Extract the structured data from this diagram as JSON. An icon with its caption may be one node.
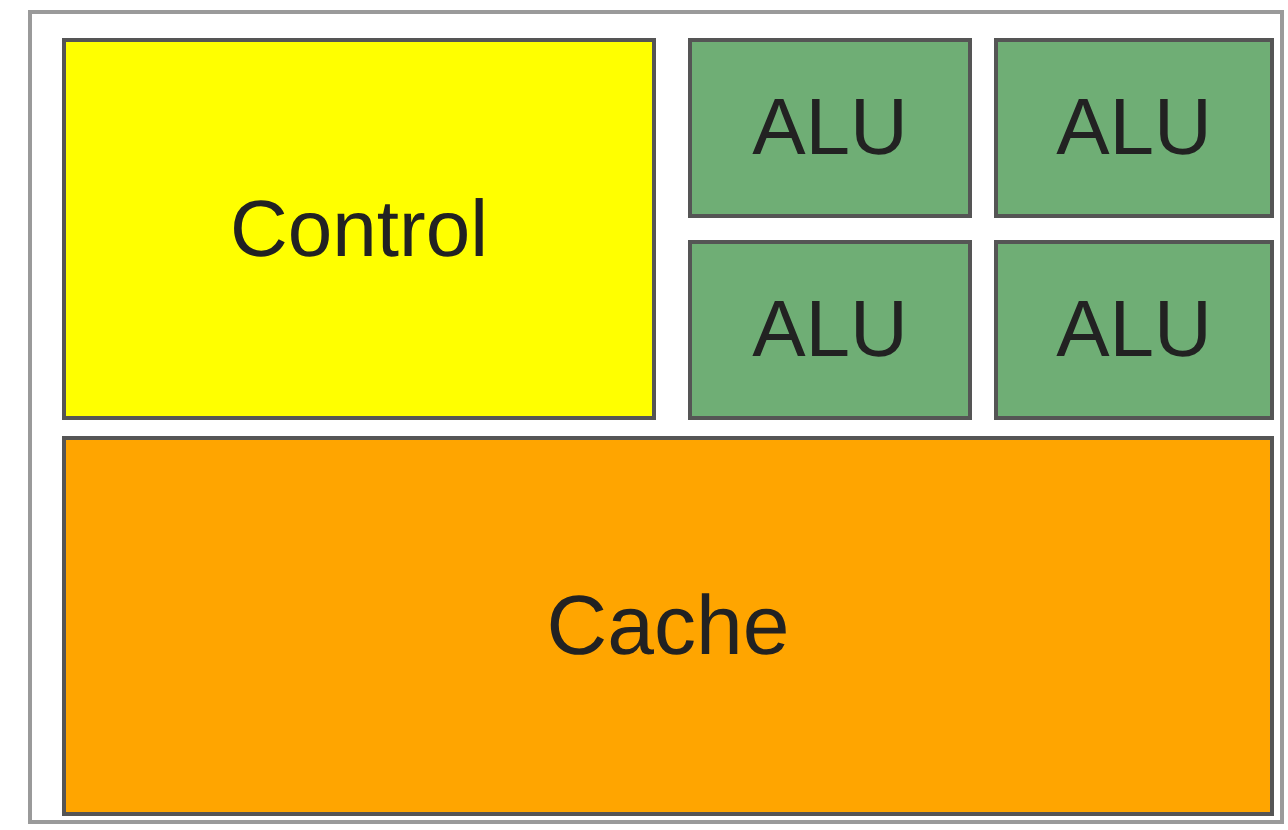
{
  "diagram": {
    "nodes": [
      {
        "text": [],
        "shape": "box"
      },
      {
        "text": [
          "Control"
        ],
        "in": 0
      },
      {
        "text": [
          "ALU"
        ],
        "in": 0
      },
      {
        "text": [
          "ALU"
        ],
        "in": 0
      },
      {
        "text": [
          "ALU"
        ],
        "in": 0
      },
      {
        "text": [
          "ALU"
        ],
        "in": 0
      },
      {
        "text": [
          "Cache"
        ],
        "in": 0
      }
    ]
  }
}
